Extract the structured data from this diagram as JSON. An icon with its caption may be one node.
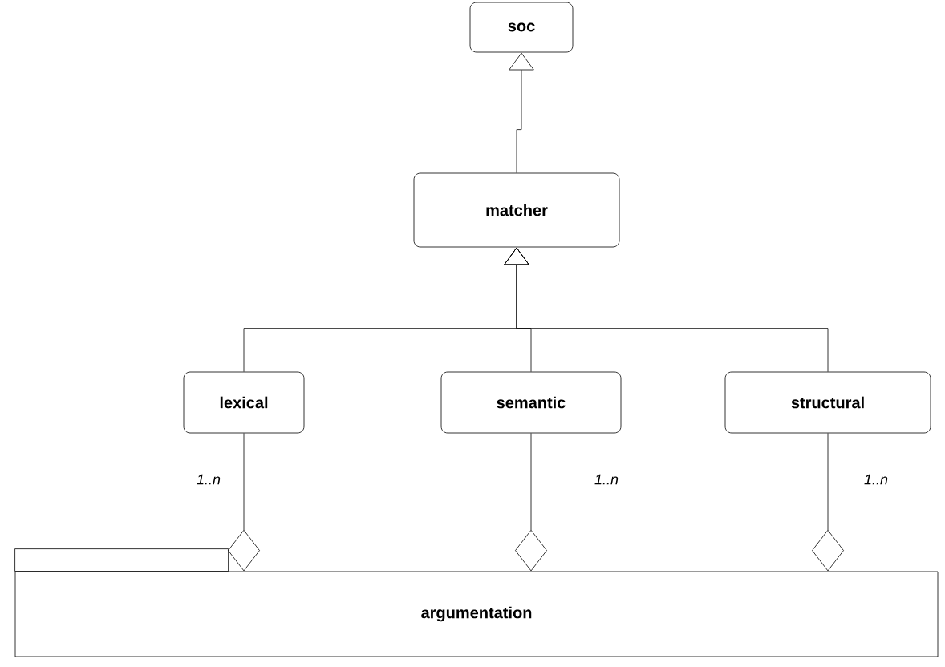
{
  "diagram": {
    "nodes": [
      {
        "text": [
          "soc"
        ]
      },
      {
        "text": [
          "matcher"
        ]
      },
      {
        "text": [
          "lexical"
        ]
      },
      {
        "text": [
          "semantic"
        ]
      },
      {
        "text": [
          "structural"
        ]
      },
      {
        "text": [
          "argumentation"
        ]
      }
    ],
    "edges": [
      {
        "from": 1,
        "to": 0,
        "arrow": "to"
      },
      {
        "from": 2,
        "to": 1,
        "arrow": "to"
      },
      {
        "from": 3,
        "to": 1,
        "arrow": "to"
      },
      {
        "from": 4,
        "to": 1,
        "arrow": "to"
      },
      {
        "from": 2,
        "to": 5,
        "arrow": "other",
        "label": "1..n"
      },
      {
        "from": 3,
        "to": 5,
        "arrow": "other",
        "label": "1..n"
      },
      {
        "from": 4,
        "to": 5,
        "arrow": "other",
        "label": "1..n"
      }
    ]
  }
}
